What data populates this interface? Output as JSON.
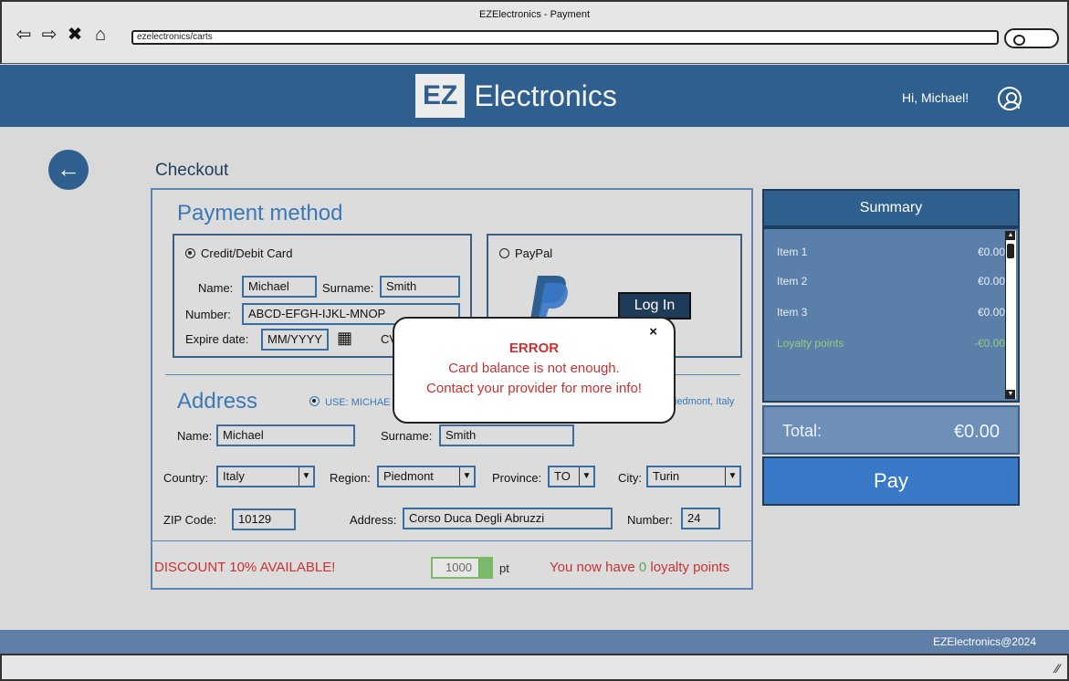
{
  "browser": {
    "window_title": "EZElectronics - Payment",
    "url": "ezelectronics/carts",
    "nav": {
      "back": "⇦",
      "forward": "⇨",
      "close": "✖",
      "home": "⌂"
    }
  },
  "header": {
    "logo_box": "EZ",
    "logo_text": "Electronics",
    "greeting": "Hi, Michael!"
  },
  "page": {
    "title": "Checkout"
  },
  "payment": {
    "title": "Payment method",
    "card": {
      "option_label": "Credit/Debit Card",
      "name_label": "Name:",
      "name_value": "Michael",
      "surname_label": "Surname:",
      "surname_value": "Smith",
      "number_label": "Number:",
      "number_value": "ABCD-EFGH-IJKL-MNOP",
      "expire_label": "Expire date:",
      "expire_value": "MM/YYYY",
      "cvv_label_partial": "CV"
    },
    "paypal": {
      "option_label": "PayPal",
      "login_label": "Log In"
    }
  },
  "address": {
    "title": "Address",
    "use_saved_partial": "USE: MICHAE",
    "use_saved_tail": "iedmont, Italy",
    "name_label": "Name:",
    "name_value": "Michael",
    "surname_label": "Surname:",
    "surname_value": "Smith",
    "country_label": "Country:",
    "country_value": "Italy",
    "region_label": "Region:",
    "region_value": "Piedmont",
    "province_label": "Province:",
    "province_value": "TO",
    "city_label": "City:",
    "city_value": "Turin",
    "zip_label": "ZIP Code:",
    "zip_value": "10129",
    "address_label": "Address:",
    "address_value": "Corso Duca Degli Abruzzi",
    "number_label": "Number:",
    "number_value": "24"
  },
  "loyalty": {
    "discount_text": "DISCOUNT 10% AVAILABLE!",
    "points_input": "1000",
    "points_unit": "pt",
    "msg_prefix": "You now have",
    "msg_points": "0",
    "msg_suffix": "loyalty points"
  },
  "summary": {
    "title": "Summary",
    "items": [
      {
        "label": "Item 1",
        "value": "€0.00"
      },
      {
        "label": "Item 2",
        "value": "€0.00"
      },
      {
        "label": "Item 3",
        "value": "€0.00"
      }
    ],
    "loyalty_label": "Loyalty points",
    "loyalty_value": "-€0.00",
    "total_label": "Total:",
    "total_value": "€0.00",
    "pay_label": "Pay"
  },
  "error": {
    "close": "×",
    "title": "ERROR",
    "line1": "Card balance is not enough.",
    "line2": "Contact your provider for more info!"
  },
  "footer": {
    "text": "EZElectronics@2024"
  },
  "colors": {
    "brand": "#2f5f8f",
    "accent": "#3a78b8",
    "error": "#c83232",
    "loyalty_green": "#8fce7f",
    "pay_button": "#3a78c8"
  }
}
